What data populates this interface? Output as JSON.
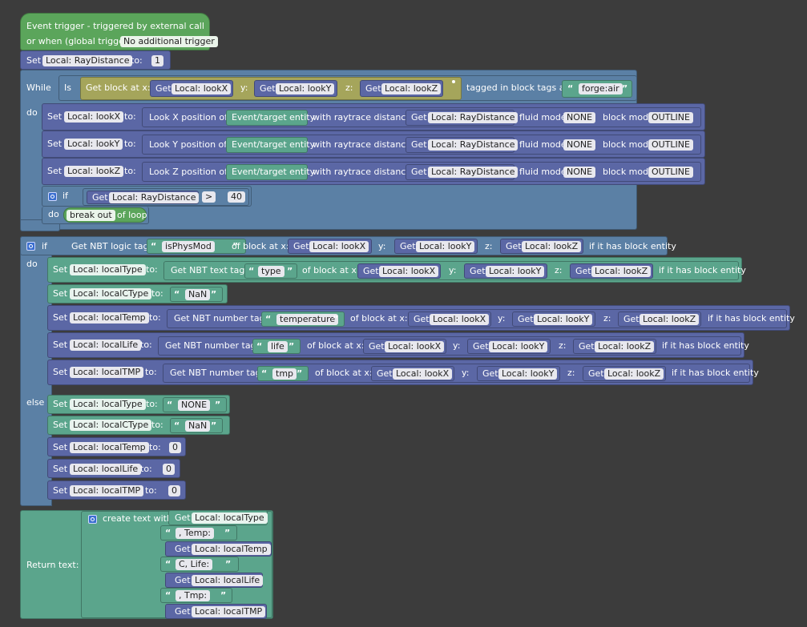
{
  "event": {
    "line1": "Event trigger - triggered by external call",
    "line2": "or when (global trigger",
    "trigger_value": "No additional trigger"
  },
  "kw": {
    "set": "Set",
    "to": "to:",
    "get": "Get",
    "while": "While",
    "is": "Is",
    "do": "do",
    "if": "if",
    "else": "else",
    "x": "x:",
    "y": "y:",
    "z": "z:",
    "get_block_at": "Get block at x:",
    "tagged_in": "tagged in block tags as",
    "with_raytrace": "with raytrace distance",
    "fluid_mode": "fluid mode",
    "block_mode": "block mode",
    "of_block_at": "of block at x:",
    "if_has_entity": "if it has block entity",
    "get_nbt_logic": "Get NBT logic tag",
    "get_nbt_text": "Get NBT text tag",
    "get_nbt_number": "Get NBT number tag",
    "break_out": "break out",
    "of_loop": "of loop",
    "gt": ">",
    "return_text": "Return text:",
    "create_text_with": "create text with",
    "look_x": "Look X position of",
    "look_y": "Look Y position of",
    "look_z": "Look Z position of",
    "event_target": "Event/target entity",
    "none": "NONE",
    "outline": "OUTLINE"
  },
  "vars": {
    "raydistance": "Local: RayDistance",
    "lookx": "Local: lookX",
    "looky": "Local: lookY",
    "lookz": "Local: lookZ",
    "localtype": "Local: localType",
    "localctype": "Local: localCType",
    "localtemp": "Local: localTemp",
    "locallife": "Local: localLife",
    "localtmp": "Local: localTMP"
  },
  "values": {
    "ray_init": "1",
    "ray_limit": "40",
    "forge_air": "forge:air",
    "is_phys_mod": "isPhysMod",
    "type": "type",
    "nan": "NaN",
    "temperature": "temperature",
    "life": "life",
    "tmp": "tmp",
    "none_str": "NONE",
    "zero": "0",
    "temp_label": ", Temp:",
    "life_label": "C, Life:",
    "tmp_label": ", Tmp:"
  },
  "colors": {
    "event": "#5ba55b",
    "variable": "#5b67a5",
    "loop": "#5b80a5",
    "logic": "#a5a55b",
    "text": "#5ba58c",
    "background": "#3c3c3c"
  }
}
